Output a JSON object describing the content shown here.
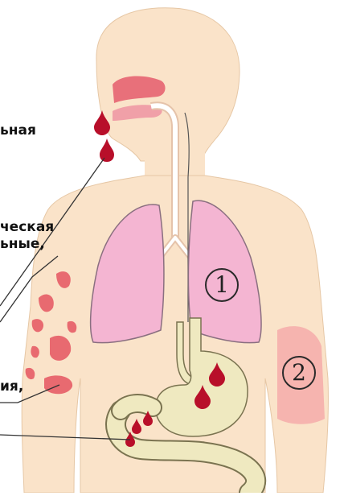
{
  "labels": {
    "nasal_fragment": "ьная",
    "hemorrhagic_fragment_1": "ческая",
    "hemorrhagic_fragment_2": "ьные,",
    "petechial_fragment": "ия,"
  },
  "markers": {
    "lungs": "1",
    "forearm": "2"
  },
  "colors": {
    "skin": "#fae3c9",
    "lungs": "#f4b5d2",
    "blood": "#b80f2a",
    "bruise": "#e86a70",
    "stomach": "#efe9c0",
    "line": "#333333"
  }
}
